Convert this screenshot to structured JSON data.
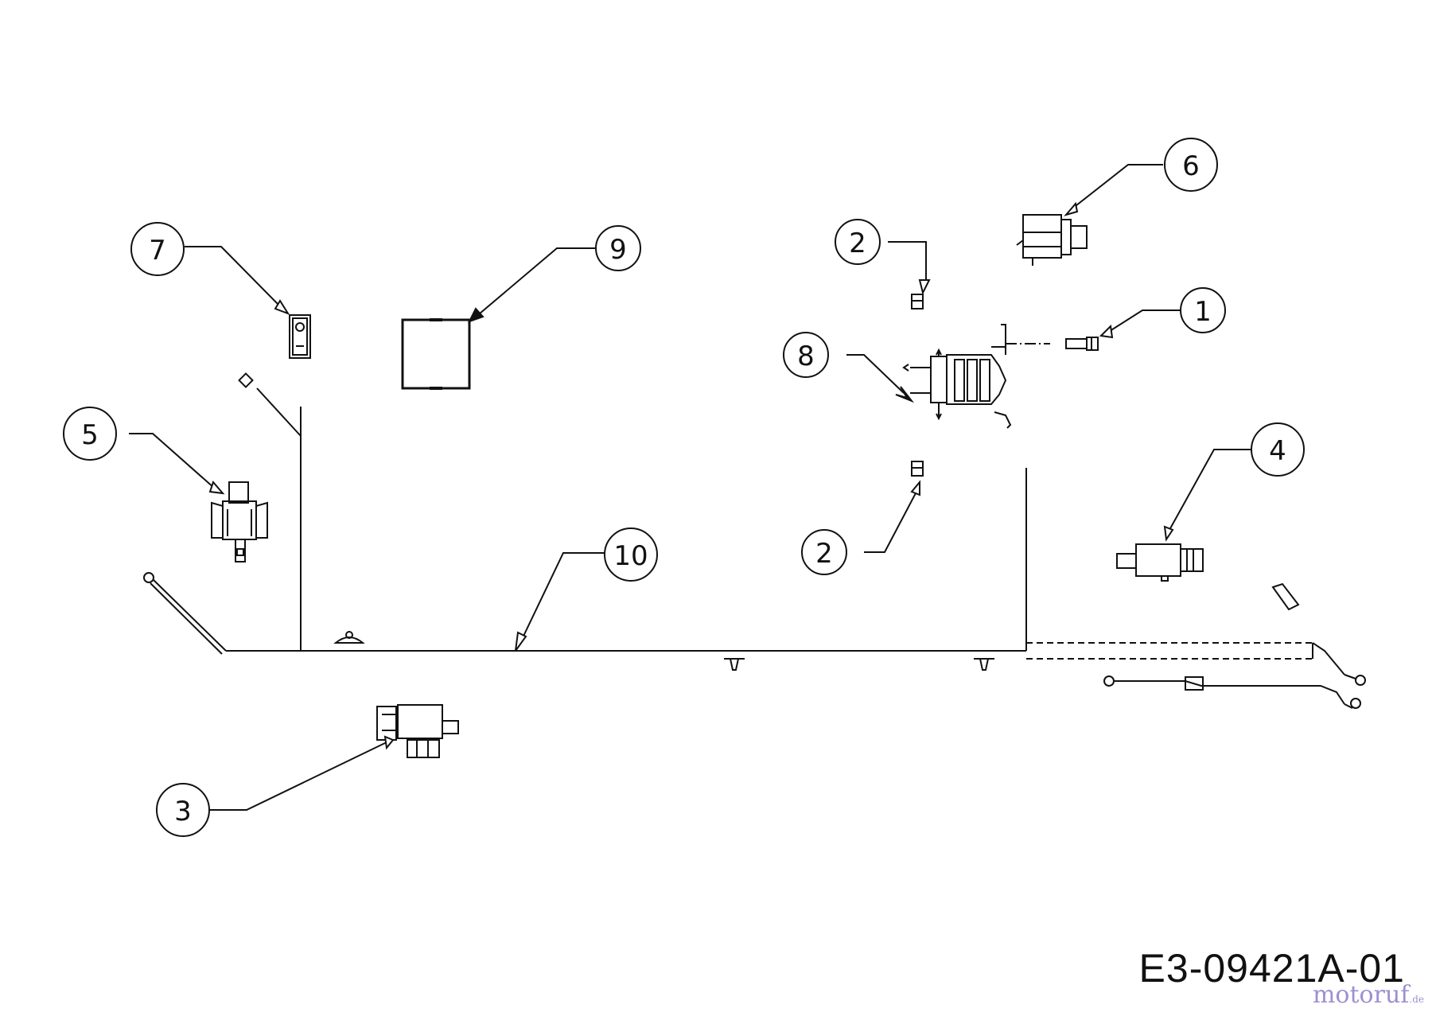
{
  "callouts": {
    "c1": "1",
    "c2a": "2",
    "c2b": "2",
    "c3": "3",
    "c4": "4",
    "c5": "5",
    "c6": "6",
    "c7": "7",
    "c8": "8",
    "c9": "9",
    "c10": "10"
  },
  "diagram_code": "E3-09421A-01",
  "watermark": {
    "brand": "motoruf",
    "tld": ".de",
    "color": "#8f7cc8"
  },
  "colors": {
    "line": "#111111",
    "background": "#ffffff"
  }
}
